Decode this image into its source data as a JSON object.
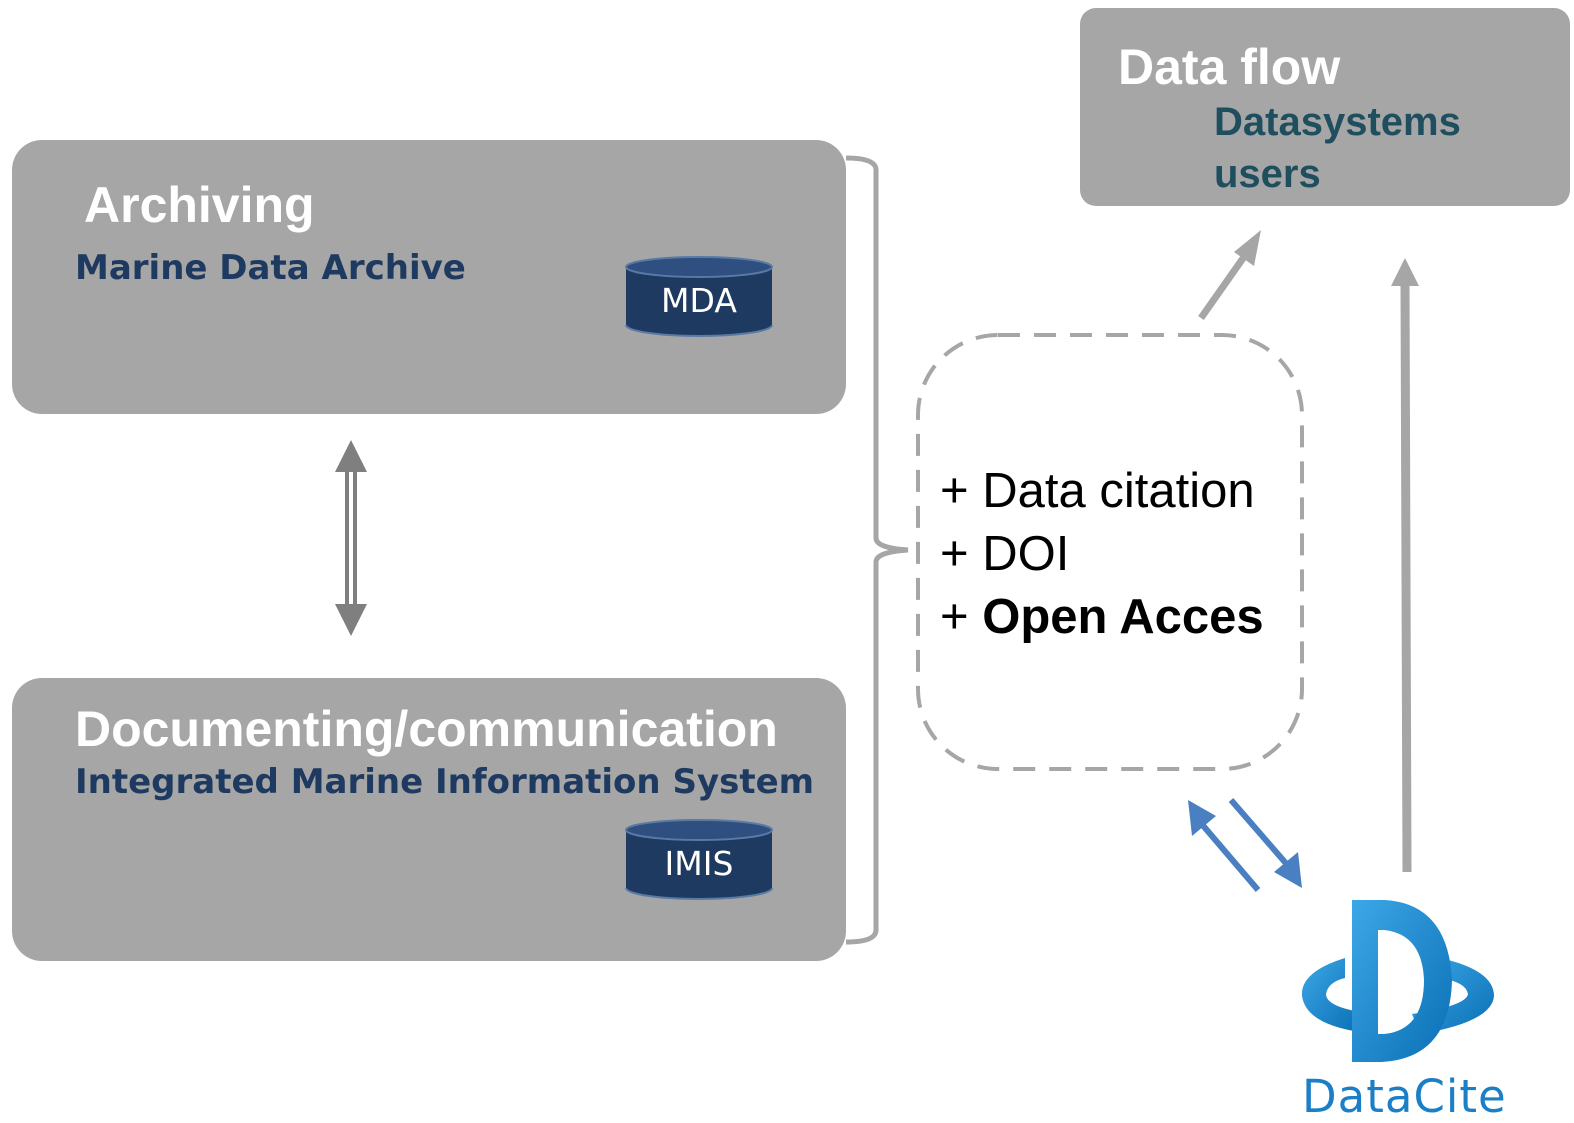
{
  "archiving": {
    "title": "Archiving",
    "subtitle": "Marine Data Archive",
    "db_label": "MDA"
  },
  "documenting": {
    "title": "Documenting/communication",
    "subtitle": "Integrated Marine Information System",
    "db_label": "IMIS"
  },
  "dataflow": {
    "title": "Data flow",
    "line1": "Datasystems",
    "line2": "users"
  },
  "features": {
    "item1": "+ Data citation",
    "item2": "+ DOI",
    "item3_prefix": "+ ",
    "item3_bold": "Open Acces"
  },
  "logo": {
    "name": "DataCite",
    "color": "#1a7fc6"
  },
  "colors": {
    "box": "#a6a6a6",
    "subtitle": "#1f3a60",
    "database": "#1f3a60",
    "arrow_gray": "#a6a6a6",
    "arrow_blue": "#4a7fc1"
  }
}
